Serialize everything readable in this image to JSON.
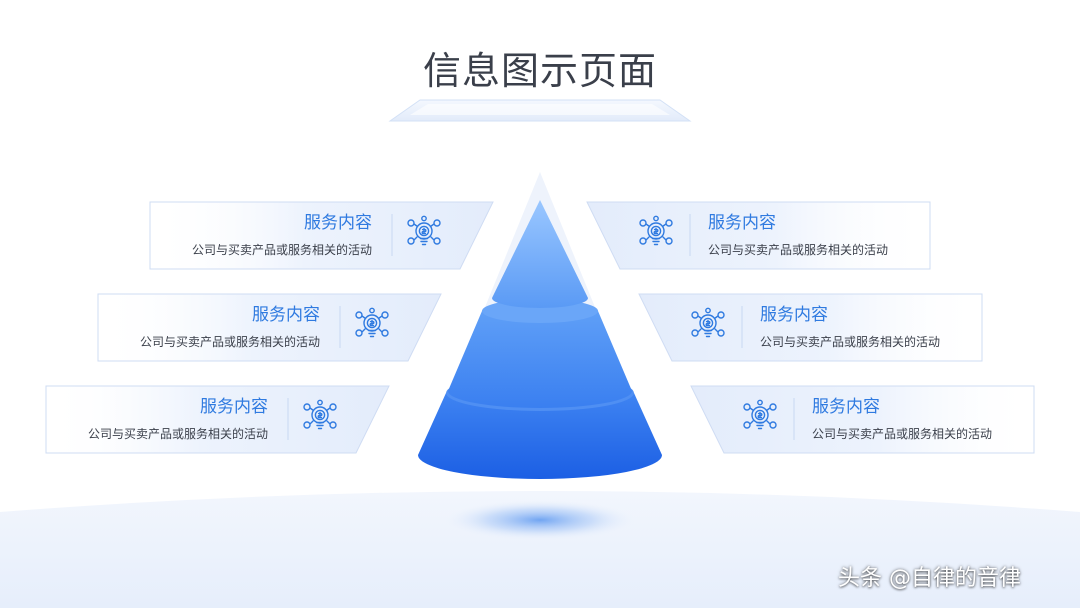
{
  "title": "信息图示页面",
  "colors": {
    "accent": "#2f7ae0",
    "text": "#3a3f4a",
    "pyramid_light": "#8fc0ff",
    "pyramid_dark": "#1e63e6"
  },
  "items": [
    {
      "side": "left",
      "title": "服务内容",
      "desc": "公司与买卖产品或服务相关的活动",
      "icon": "money-bulb-icon"
    },
    {
      "side": "left",
      "title": "服务内容",
      "desc": "公司与买卖产品或服务相关的活动",
      "icon": "money-bulb-icon"
    },
    {
      "side": "left",
      "title": "服务内容",
      "desc": "公司与买卖产品或服务相关的活动",
      "icon": "money-bulb-icon"
    },
    {
      "side": "right",
      "title": "服务内容",
      "desc": "公司与买卖产品或服务相关的活动",
      "icon": "money-bulb-icon"
    },
    {
      "side": "right",
      "title": "服务内容",
      "desc": "公司与买卖产品或服务相关的活动",
      "icon": "money-bulb-icon"
    },
    {
      "side": "right",
      "title": "服务内容",
      "desc": "公司与买卖产品或服务相关的活动",
      "icon": "money-bulb-icon"
    }
  ],
  "watermark": "头条 @自律的音律"
}
